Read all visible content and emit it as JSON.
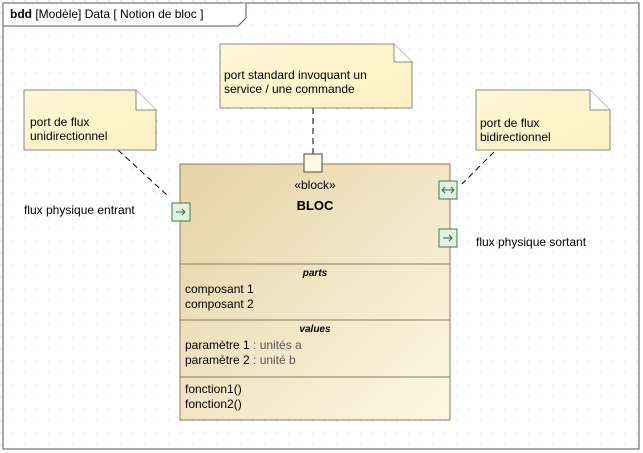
{
  "frame": {
    "kind": "bdd",
    "title": "[Modèle] Data [ Notion de bloc ]"
  },
  "notes": {
    "unidirectional": [
      "port de flux",
      "unidirectionnel"
    ],
    "standard": [
      "port standard invoquant un",
      "service / une commande"
    ],
    "bidirectional": [
      "port de flux",
      "bidirectionnel"
    ]
  },
  "labels": {
    "flow_in": "flux physique entrant",
    "flow_out": "flux physique sortant"
  },
  "block": {
    "stereotype": "«block»",
    "name": "BLOC",
    "parts_title": "parts",
    "parts": [
      "composant 1",
      "composant 2"
    ],
    "values_title": "values",
    "values": [
      {
        "name": "paramètre 1",
        "type": " : unités a"
      },
      {
        "name": "paramètre 2",
        "type": " : unité b"
      }
    ],
    "operations": [
      "fonction1()",
      "fonction2()"
    ]
  },
  "ports": {
    "in_icon": "arrow-right-icon",
    "out_icon": "arrow-right-icon",
    "bidir_icon": "arrow-left-right-icon",
    "standard_icon": "square-port-icon"
  },
  "colors": {
    "note_fill": "#fdf6d5",
    "block_top": "#e8d6ac",
    "block_bottom": "#fdf7e0",
    "port_fill": "#dff0d8",
    "port_stroke": "#3a7a4a",
    "frame_stroke": "#444444"
  }
}
